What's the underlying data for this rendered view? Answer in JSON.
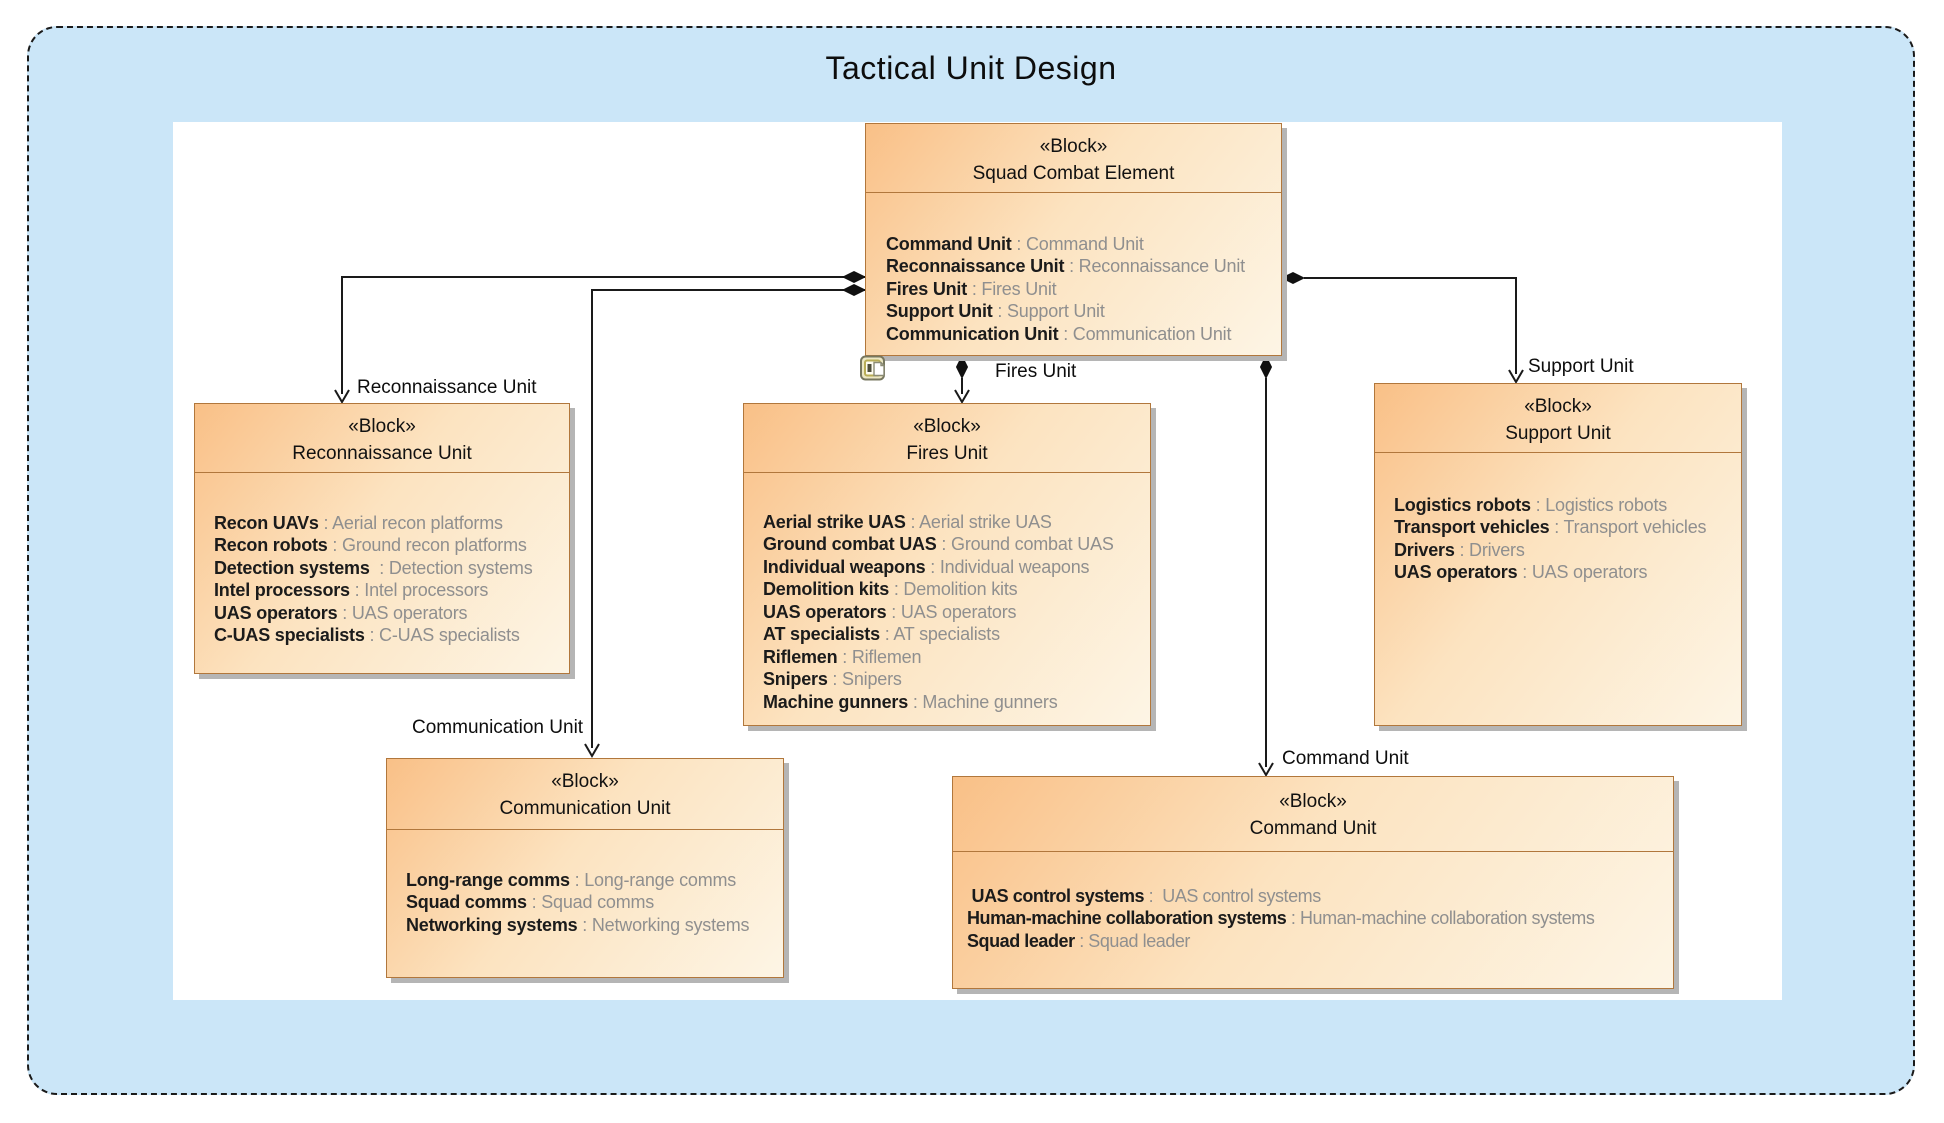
{
  "title": "Tactical Unit Design",
  "separator": " : ",
  "colors": {
    "panel_bg": "#cbe6f8",
    "block_border": "#b1773c",
    "block_gradient_start": "#f9c087",
    "block_gradient_end": "#fdf5e5",
    "value_text": "#8f8f8f",
    "shadow": "#b5b5b5"
  },
  "icons": {
    "attached_diagram": "diagram-icon"
  },
  "blocks": {
    "squad": {
      "stereotype": "«Block»",
      "name": "Squad Combat Element",
      "attributes": [
        {
          "label": "Command Unit",
          "value": "Command Unit"
        },
        {
          "label": "Reconnaissance Unit",
          "value": "Reconnaissance Unit"
        },
        {
          "label": "Fires Unit",
          "value": "Fires Unit"
        },
        {
          "label": "Support Unit",
          "value": "Support Unit"
        },
        {
          "label": "Communication Unit",
          "value": "Communication Unit"
        }
      ]
    },
    "recon": {
      "stereotype": "«Block»",
      "name": "Reconnaissance Unit",
      "attributes": [
        {
          "label": "Recon UAVs",
          "value": "Aerial recon platforms"
        },
        {
          "label": "Recon robots",
          "value": "Ground recon platforms"
        },
        {
          "label": "Detection systems ",
          "value": "Detection systems"
        },
        {
          "label": "Intel processors",
          "value": "Intel processors"
        },
        {
          "label": "UAS operators",
          "value": "UAS operators"
        },
        {
          "label": "C-UAS specialists",
          "value": "C-UAS specialists"
        }
      ]
    },
    "fires": {
      "stereotype": "«Block»",
      "name": "Fires Unit",
      "attributes": [
        {
          "label": "Aerial strike UAS",
          "value": "Aerial strike UAS"
        },
        {
          "label": "Ground combat UAS",
          "value": "Ground combat UAS"
        },
        {
          "label": "Individual weapons",
          "value": "Individual weapons"
        },
        {
          "label": "Demolition kits",
          "value": "Demolition kits"
        },
        {
          "label": "UAS operators",
          "value": "UAS operators"
        },
        {
          "label": "AT specialists",
          "value": "AT specialists"
        },
        {
          "label": "Riflemen",
          "value": "Riflemen"
        },
        {
          "label": "Snipers",
          "value": "Snipers"
        },
        {
          "label": "Machine gunners",
          "value": "Machine gunners"
        }
      ]
    },
    "support": {
      "stereotype": "«Block»",
      "name": "Support Unit",
      "attributes": [
        {
          "label": "Logistics robots",
          "value": "Logistics robots"
        },
        {
          "label": "Transport vehicles",
          "value": "Transport vehicles"
        },
        {
          "label": "Drivers",
          "value": "Drivers"
        },
        {
          "label": "UAS operators",
          "value": "UAS operators"
        }
      ]
    },
    "comm": {
      "stereotype": "«Block»",
      "name": "Communication Unit",
      "attributes": [
        {
          "label": "Long-range comms",
          "value": "Long-range comms"
        },
        {
          "label": "Squad comms",
          "value": "Squad comms"
        },
        {
          "label": "Networking systems",
          "value": "Networking systems"
        }
      ]
    },
    "command": {
      "stereotype": "«Block»",
      "name": "Command Unit",
      "attributes": [
        {
          "label": " UAS control systems",
          "value": " UAS control systems"
        },
        {
          "label": "Human-machine collaboration systems",
          "value": "Human-machine collaboration systems"
        },
        {
          "label": "Squad leader",
          "value": "Squad leader"
        }
      ]
    }
  },
  "connector_labels": {
    "recon": "Reconnaissance Unit",
    "fires": "Fires Unit",
    "support": "Support Unit",
    "comm": "Communication Unit",
    "command": "Command Unit"
  }
}
